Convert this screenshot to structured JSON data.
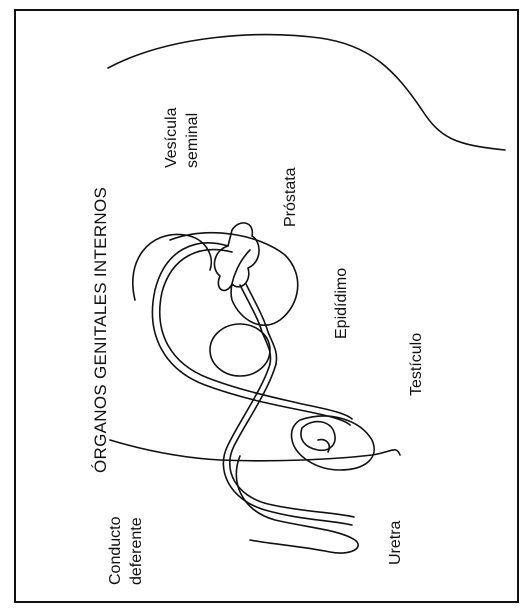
{
  "diagram": {
    "title": "ÓRGANOS GENITALES INTERNOS",
    "labels": {
      "conducto_deferente": [
        "Conducto",
        "deferente"
      ],
      "uretra": "Uretra",
      "testiculo": "Testículo",
      "epididimo": "Epidídimo",
      "prostata": "Próstata",
      "vesicula_seminal": [
        "Vesícula",
        "seminal"
      ]
    },
    "stroke_color": "#111111"
  }
}
